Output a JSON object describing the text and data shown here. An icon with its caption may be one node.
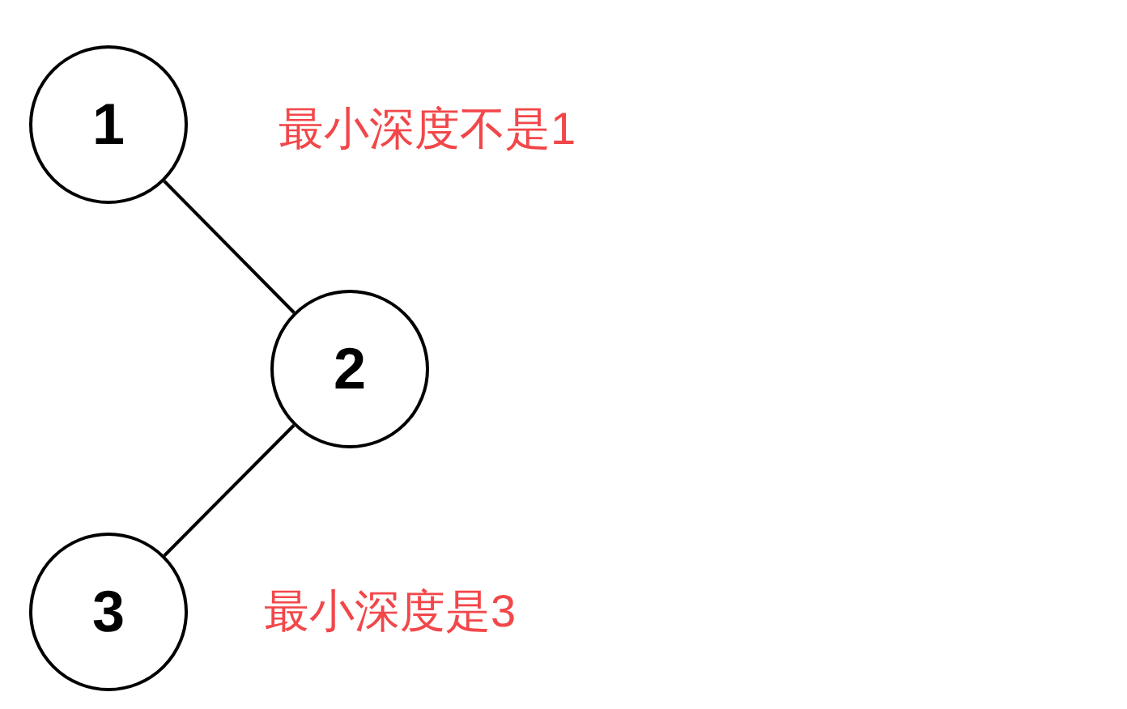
{
  "diagram": {
    "nodes": [
      {
        "text": [
          "1"
        ]
      },
      {
        "text": [
          "2"
        ]
      },
      {
        "text": [
          "3"
        ]
      }
    ],
    "edges": [
      {
        "from": 0,
        "to": 1,
        "arrow": "none"
      },
      {
        "from": 1,
        "to": 2,
        "arrow": "none"
      }
    ],
    "labels": [
      "最小深度不是1",
      "最小深度是3"
    ]
  }
}
